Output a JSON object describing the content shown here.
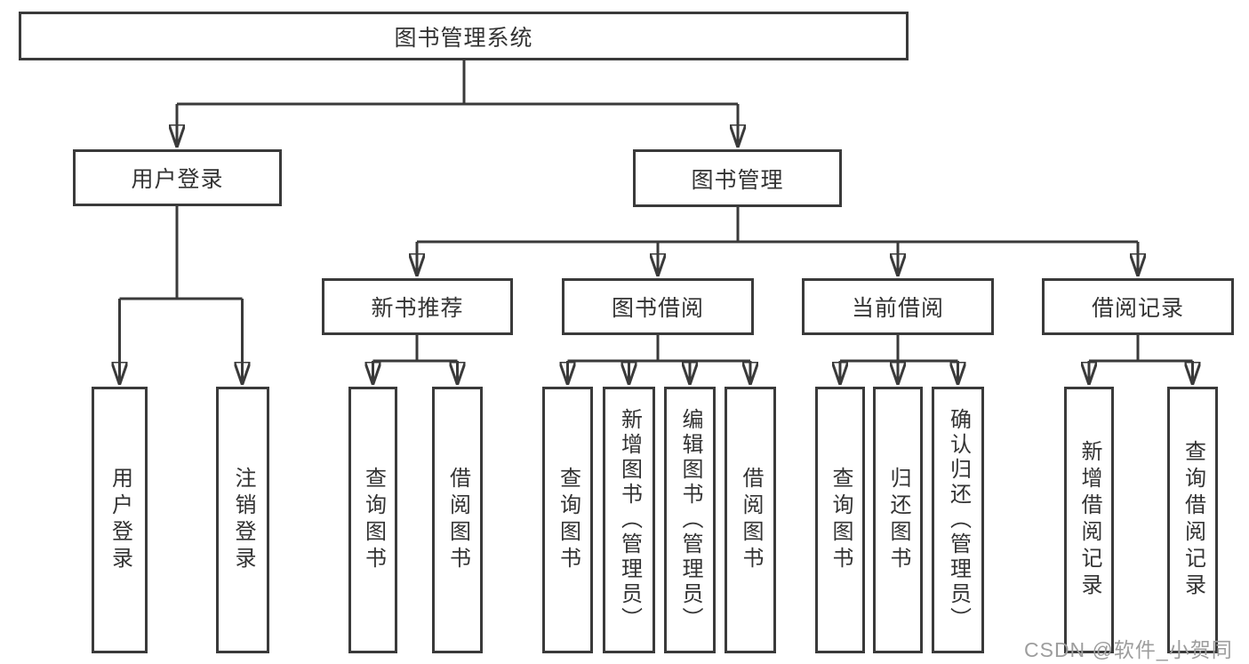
{
  "diagram": {
    "type": "tree",
    "tree": {
      "label": "图书管理系统",
      "children": [
        {
          "label": "用户登录",
          "children": [
            {
              "label": "用户登录"
            },
            {
              "label": "注销登录"
            }
          ]
        },
        {
          "label": "图书管理",
          "children": [
            {
              "label": "新书推荐",
              "children": [
                {
                  "label": "查询图书"
                },
                {
                  "label": "借阅图书"
                }
              ]
            },
            {
              "label": "图书借阅",
              "children": [
                {
                  "label": "查询图书"
                },
                {
                  "label": "新增图书（管理员）"
                },
                {
                  "label": "编辑图书（管理员）"
                },
                {
                  "label": "借阅图书"
                }
              ]
            },
            {
              "label": "当前借阅",
              "children": [
                {
                  "label": "查询图书"
                },
                {
                  "label": "归还图书"
                },
                {
                  "label": "确认归还（管理员）"
                }
              ]
            },
            {
              "label": "借阅记录",
              "children": [
                {
                  "label": "新增借阅记录"
                },
                {
                  "label": "查询借阅记录"
                }
              ]
            }
          ]
        }
      ]
    }
  },
  "watermark": {
    "text": "CSDN @软件_小贺同学"
  },
  "colors": {
    "line": "#3a3a3a",
    "border": "#3a3a3a",
    "text": "#333333",
    "watermark": "#9d9d9d",
    "background": "#ffffff"
  }
}
